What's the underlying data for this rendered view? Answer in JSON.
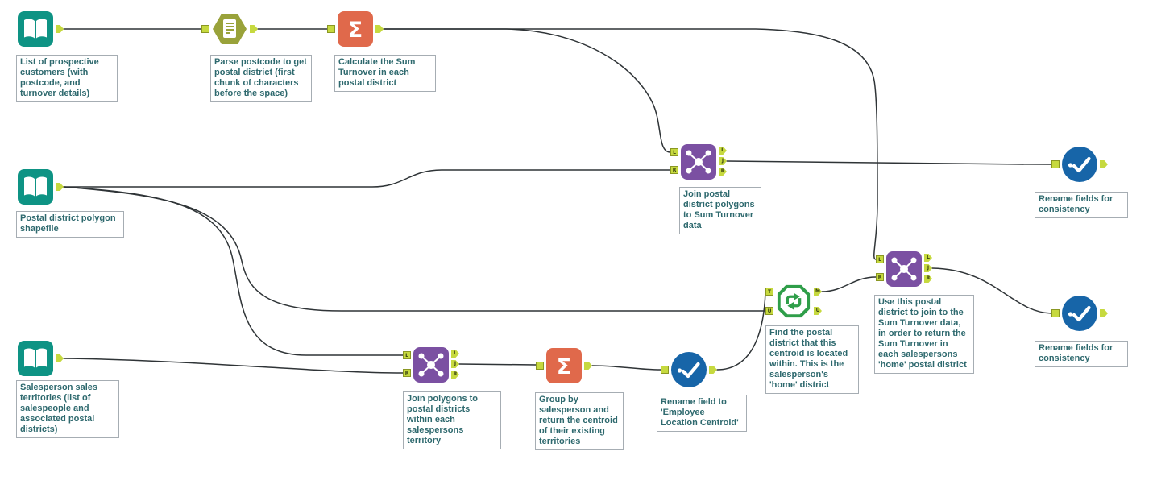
{
  "palette": {
    "canvas_bg": "#ffffff",
    "input_tool": "#0e9384",
    "parse_tool": "#99a23a",
    "summarize_tool": "#e0694b",
    "join_tool": "#7b50a2",
    "select_tool": "#1765a8",
    "spatial_tool": "#2f9e49",
    "anchor_fill": "#c6d93f",
    "wire": "#2f3437",
    "annotation_text": "#2e696e",
    "annotation_border": "#a6adb3"
  },
  "icons": {
    "summarize_glyph": "Σ"
  },
  "anchors": {
    "join_in": [
      "L",
      "R"
    ],
    "join_out": [
      "L",
      "J",
      "R"
    ],
    "spatial_in": [
      "T",
      "U"
    ],
    "spatial_out": [
      "M",
      "U"
    ]
  },
  "tools": {
    "input_customers": {
      "annotation": "List of prospective customers (with postcode, and turnover details)"
    },
    "parse_postcode": {
      "annotation": "Parse postcode to get postal district (first chunk of characters before the space)"
    },
    "sum_turnover": {
      "annotation": "Calculate the Sum Turnover in each postal district"
    },
    "input_polygons": {
      "annotation": "Postal district polygon shapefile"
    },
    "join_polygons": {
      "annotation": "Join postal district polygons to Sum Turnover data"
    },
    "select_rename_top": {
      "annotation": "Rename fields for consistency"
    },
    "input_territories": {
      "annotation": "Salesperson sales territories (list of salespeople and associated postal districts)"
    },
    "join_territories": {
      "annotation": "Join polygons to postal districts within each salespersons territory"
    },
    "group_centroid": {
      "annotation": "Group by salesperson and return the centroid of their existing territories"
    },
    "select_centroid": {
      "annotation": "Rename field to 'Employee Location Centroid'"
    },
    "spatial_match": {
      "annotation": "Find the postal district that this centroid is located within. This is the salesperson's 'home' district"
    },
    "join_home": {
      "annotation": "Use this postal district to join to the Sum Turnover data, in order to return the Sum Turnover in each salespersons 'home' postal district"
    },
    "select_rename_bottom": {
      "annotation": "Rename fields for consistency"
    }
  }
}
